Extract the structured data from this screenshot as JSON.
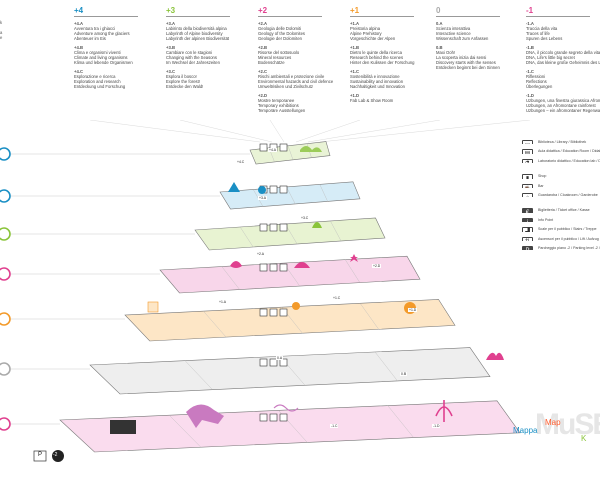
{
  "left_fragment": {
    "lines": [
      "k",
      "",
      "a",
      "e"
    ]
  },
  "columns": [
    {
      "header": "+4",
      "color": "#1a8fc4",
      "blocks": [
        {
          "code": "+4.A",
          "lines": [
            "Avventura tra i ghiacci",
            "Adventure among the glaciers",
            "Abenteuer im Eis"
          ]
        },
        {
          "code": "+4.B",
          "lines": [
            "Clima e organismi viventi",
            "Climate and living organisms",
            "Klima und lebende Organismen"
          ]
        },
        {
          "code": "+4.C",
          "lines": [
            "Esplorazione e ricerca",
            "Exploration and research",
            "Entdeckung und Forschung"
          ]
        }
      ]
    },
    {
      "header": "+3",
      "color": "#8ac43a",
      "blocks": [
        {
          "code": "+3.A",
          "lines": [
            "Labirinto della biodiversità alpina",
            "Labyrinth of Alpine biodiversity",
            "Labyrinth der alpinen Biodiversität"
          ]
        },
        {
          "code": "+3.B",
          "lines": [
            "Cambiare con le stagioni",
            "Changing with the Seasons",
            "Im Wechsel der Jahreszeiten"
          ]
        },
        {
          "code": "+3.C",
          "lines": [
            "Esplora il bosco!",
            "Explore the forest!",
            "Entdecke den Wald!"
          ]
        }
      ]
    },
    {
      "header": "+2",
      "color": "#e0408f",
      "blocks": [
        {
          "code": "+2.A",
          "lines": [
            "Geologia delle Dolomiti",
            "Geology of the Dolomites",
            "Geologie der Dolomiten"
          ]
        },
        {
          "code": "+2.B",
          "lines": [
            "Risorse del sottosuolo",
            "Mineral resources",
            "Bodenschätze"
          ]
        },
        {
          "code": "+2.C",
          "lines": [
            "Rischi ambientali e protezione civile",
            "Environmental hazards and civil defence",
            "Umweltrisiken und Zivilschutz"
          ]
        },
        {
          "code": "+2.D",
          "lines": [
            "Mostre temporanee",
            "Temporary exhibitions",
            "Temporäre Ausstellungen"
          ]
        }
      ]
    },
    {
      "header": "+1",
      "color": "#f39a2a",
      "blocks": [
        {
          "code": "+1.A",
          "lines": [
            "Preistoria alpina",
            "Alpine Prehistory",
            "Vorgeschichte der Alpen"
          ]
        },
        {
          "code": "+1.B",
          "lines": [
            "Dietro le quinte della ricerca",
            "Research behind the scenes",
            "Hinter den Kulissen der Forschung"
          ]
        },
        {
          "code": "+1.C",
          "lines": [
            "Sostenibilità e innovazione",
            "Sustainability and innovation",
            "Nachhaltigkeit und Innovation"
          ]
        },
        {
          "code": "+1.D",
          "lines": [
            "Fab Lab & Show Room"
          ]
        }
      ]
    },
    {
      "header": "0",
      "color": "#aaaaaa",
      "blocks": [
        {
          "code": "0.A",
          "lines": [
            "Scienza interattiva",
            "Interactive science",
            "Wissenschaft zum Anfassen"
          ]
        },
        {
          "code": "0.B",
          "lines": [
            "Maxi Ooh!",
            "La scoperta inizia dai sensi",
            "Discovery starts with the senses",
            "Entdecken beginnt bei den Sinnen"
          ]
        }
      ]
    },
    {
      "header": "-1",
      "color": "#e0408f",
      "blocks": [
        {
          "code": "-1.A",
          "lines": [
            "Traccia della vita",
            "Traces of life",
            "Spuren des Lebens"
          ]
        },
        {
          "code": "-1.B",
          "lines": [
            "DNA, il piccolo grande segreto della vita",
            "DNA, Life's little big secret",
            "DNA, das kleine große Geheimnis des Lebens"
          ]
        },
        {
          "code": "-1.C",
          "lines": [
            "Riflessioni",
            "Reflections",
            "Überlegungen"
          ]
        },
        {
          "code": "-1.D",
          "lines": [
            "Uzbungen, una finestra giurassica Afromontana",
            "Uzbungen, an Afromontane rainforest",
            "Uzbungen – ein afromontaner Regenwald"
          ]
        }
      ]
    }
  ],
  "floor_badges": [
    {
      "color": "#1a8fc4"
    },
    {
      "color": "#1a8fc4"
    },
    {
      "color": "#8ac43a"
    },
    {
      "color": "#e0408f"
    },
    {
      "color": "#f39a2a"
    },
    {
      "color": "#aaaaaa"
    },
    {
      "color": "#e0408f"
    }
  ],
  "floor_codes": [
    {
      "text": "+4.A"
    },
    {
      "text": "+4.C"
    },
    {
      "text": "+3.A"
    },
    {
      "text": "+3.C"
    },
    {
      "text": "+2.A"
    },
    {
      "text": "+2.D"
    },
    {
      "text": "+1.A"
    },
    {
      "text": "+1.C"
    },
    {
      "text": "+1.D"
    },
    {
      "text": "0.A"
    },
    {
      "text": "0.B"
    },
    {
      "text": "-1.C"
    },
    {
      "text": "-1.D"
    }
  ],
  "parking": {
    "label": "P",
    "level": "-2"
  },
  "legend": {
    "items": [
      {
        "icon": "book-icon",
        "glyph": "▭",
        "text": "Biblioteca / Library / Bibliothek"
      },
      {
        "icon": "classroom-icon",
        "glyph": "▤",
        "text": "Aula didattica / Education Room / Didaktisches Labor"
      },
      {
        "icon": "lab-icon",
        "glyph": "⚗",
        "text": "Laboratorio didattico / Education lab / Didaktisches Labor"
      },
      {
        "icon": "gap",
        "glyph": "",
        "text": ""
      },
      {
        "icon": "shop-icon",
        "glyph": "▮",
        "text": "Shop"
      },
      {
        "icon": "bar-icon",
        "glyph": "☕",
        "text": "Bar"
      },
      {
        "icon": "cloakroom-icon",
        "glyph": "⌂",
        "text": "Guardaroba / Cloakroom / Garderobe"
      },
      {
        "icon": "gap",
        "glyph": "",
        "text": ""
      },
      {
        "icon": "ticket-icon",
        "glyph": "€",
        "text": "Biglietteria / Ticket office / Kasse"
      },
      {
        "icon": "info-icon",
        "glyph": "i",
        "text": "Info Point"
      },
      {
        "icon": "stairs-icon",
        "glyph": "▟",
        "text": "Scale per il pubblico / Stairs / Treppe"
      },
      {
        "icon": "lift-icon",
        "glyph": "⇅",
        "text": "Ascensori per il pubblico / Lift / Aufzug"
      },
      {
        "icon": "parking-icon",
        "glyph": "P",
        "text": "Parcheggio piano -2 / Parking level -2 / Parkgarage -2"
      }
    ]
  },
  "brand": {
    "mappa": "Mappa",
    "map": "Map",
    "k": "K",
    "watermark": "MuSE"
  }
}
